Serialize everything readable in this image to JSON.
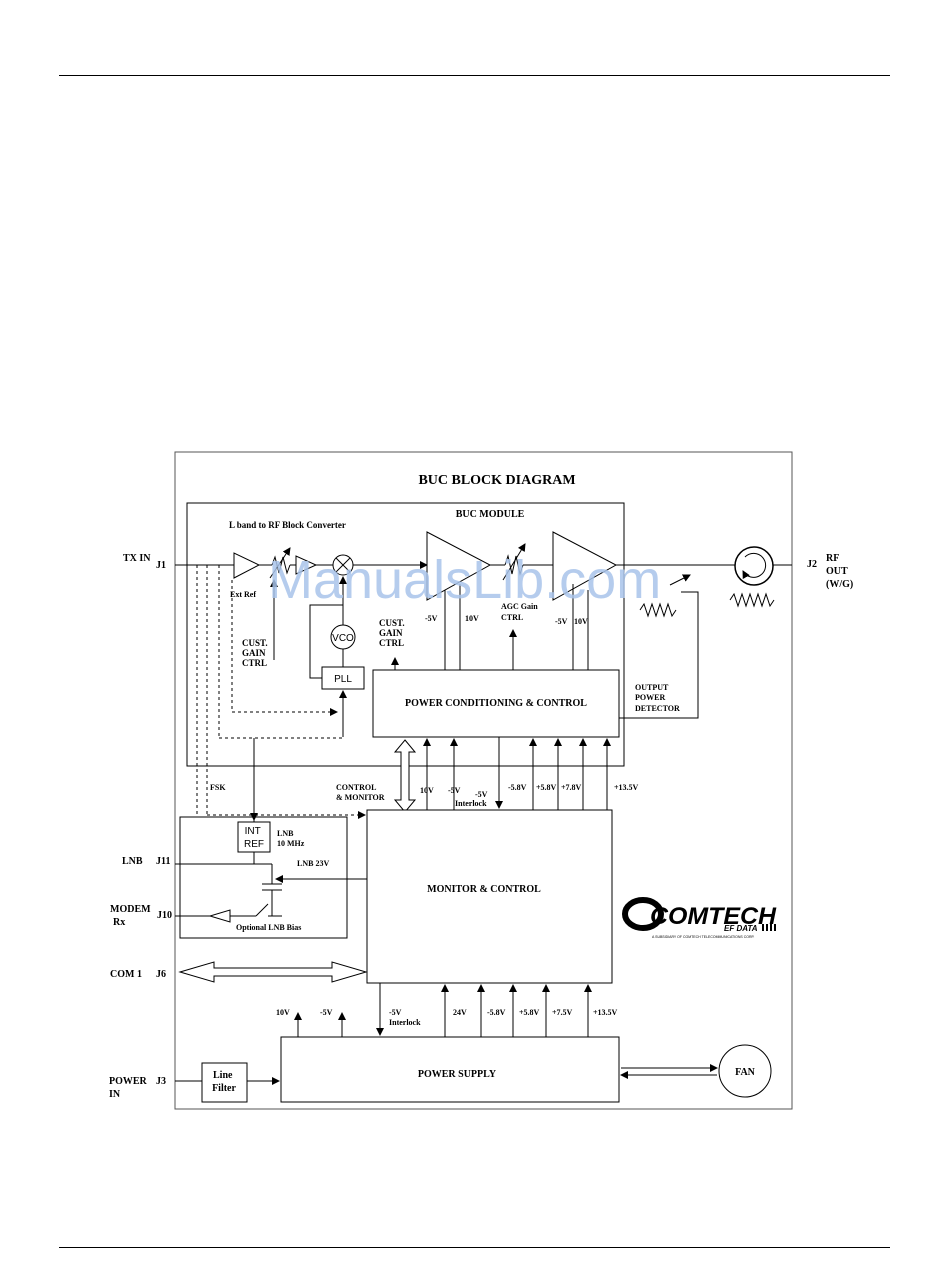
{
  "diagram": {
    "title": "BUC BLOCK DIAGRAM",
    "module_title": "BUC MODULE",
    "converter_label": "L band to RF Block Converter",
    "ext_ref": "Ext Ref",
    "cust_gain_ctrl_1": [
      "CUST.",
      "GAIN",
      "CTRL"
    ],
    "cust_gain_ctrl_2": [
      "CUST.",
      "GAIN",
      "CTRL"
    ],
    "agc_gain_ctrl": [
      "AGC Gain",
      "CTRL"
    ],
    "vco": "VCO",
    "pll": "PLL",
    "amp1_volts": [
      "-5V",
      "10V"
    ],
    "amp2_volts": [
      "-5V",
      "10V"
    ],
    "power_conditioning": "POWER CONDITIONING  & CONTROL",
    "output_power_detector": [
      "OUTPUT",
      "POWER",
      "DETECTOR"
    ],
    "control_monitor": [
      "CONTROL",
      "& MONITOR"
    ],
    "fsk": "FSK",
    "bus_upper": {
      "v10": "10V",
      "m5v": "-5V",
      "interlock": [
        "-5V",
        "Interlock"
      ],
      "m58": "-5.8V",
      "p58": "+5.8V",
      "p78": "+7.8V",
      "p135": "+13.5V"
    },
    "int_ref": [
      "INT",
      "REF"
    ],
    "lnb_10mhz": [
      "LNB",
      "10 MHz"
    ],
    "lnb_23v": "LNB 23V",
    "optional_lnb_bias": "Optional LNB Bias",
    "monitor_control": "MONITOR & CONTROL",
    "bus_lower": {
      "v10": "10V",
      "m5v": "-5V",
      "interlock": [
        "-5V",
        "Interlock"
      ],
      "v24": "24V",
      "m58": "-5.8V",
      "p58": "+5.8V",
      "p75": "+7.5V",
      "p135": "+13.5V"
    },
    "power_supply": "POWER SUPPLY",
    "line_filter": [
      "Line",
      "Filter"
    ],
    "fan": "FAN",
    "ports": {
      "tx_in": "TX IN",
      "j1": "J1",
      "j2": "J2",
      "rf_out": [
        "RF",
        "OUT",
        "(W/G)"
      ],
      "lnb": "LNB",
      "j11": "J11",
      "modem_rx": [
        "MODEM",
        "Rx"
      ],
      "j10": "J10",
      "com1": "COM 1",
      "j6": "J6",
      "power_in": [
        "POWER",
        "IN"
      ],
      "j3": "J3"
    },
    "logo": {
      "brand": "COMTECH",
      "sub": "EF DATA",
      "tagline": "A SUBSIDIARY OF COMTECH TELECOMMUNICATIONS CORP."
    },
    "watermark": "ManualsLib.com"
  }
}
